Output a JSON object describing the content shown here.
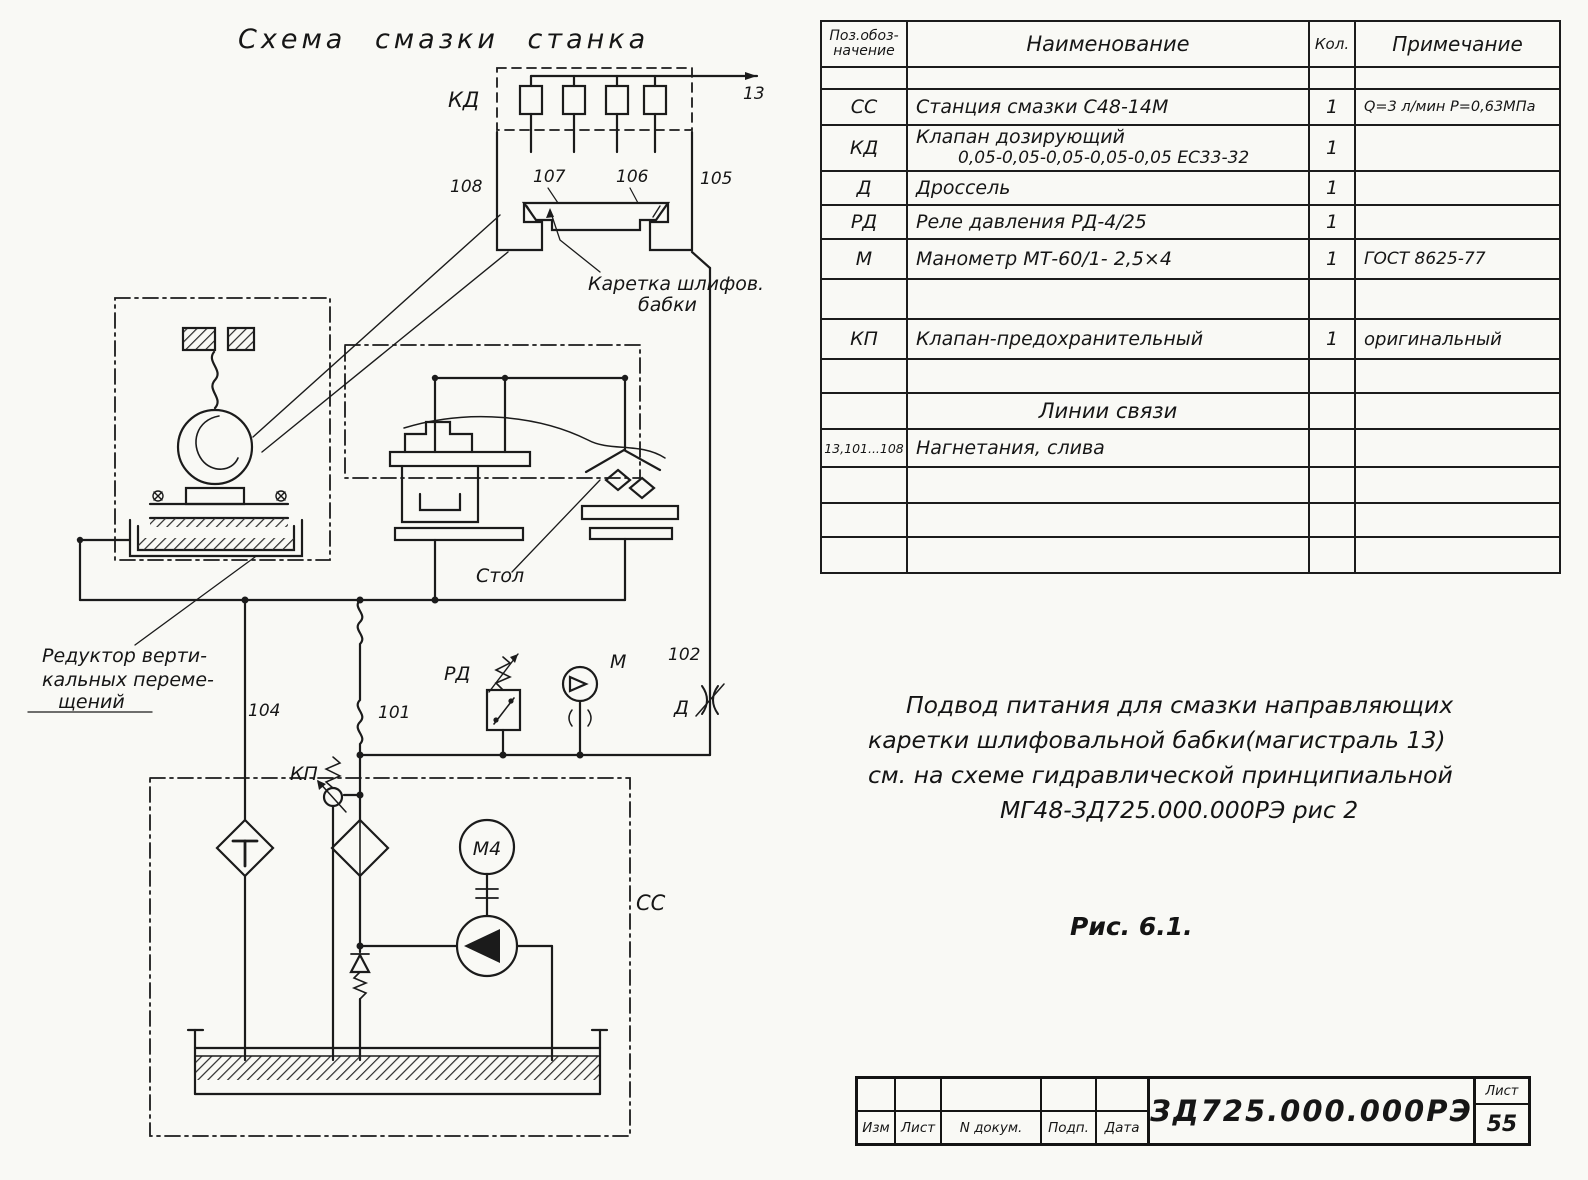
{
  "page": {
    "title": "Схема смазки станка",
    "figure_caption": "Рис. 6.1."
  },
  "diagram_labels": {
    "kd": "КД",
    "pipe_13": "13",
    "pipe_108": "108",
    "pipe_107": "107",
    "pipe_106": "106",
    "pipe_105": "105",
    "carriage_label_line1": "Каретка шлифов.",
    "carriage_label_line2": "бабки",
    "table_label": "Стол",
    "reducer_label_line1": "Редуктор верти-",
    "reducer_label_line2": "кальных переме-",
    "reducer_label_line3": "щений",
    "pipe_104": "104",
    "pipe_101": "101",
    "rd": "РД",
    "m": "М",
    "pipe_102": "102",
    "d": "Д",
    "kp": "КП",
    "m4": "М4",
    "cc": "СС"
  },
  "table": {
    "headers": {
      "pos_line1": "Поз.обоз-",
      "pos_line2": "начение",
      "name": "Наименование",
      "qty": "Кол.",
      "note": "Примечание"
    },
    "rows": {
      "cc": {
        "pos": "СС",
        "name": "Станция смазки С48-14М",
        "qty": "1",
        "note": "Q=3 л/мин Р=0,63МПа"
      },
      "kd": {
        "pos": "КД",
        "name": "Клапан дозирующий",
        "name2": "0,05-0,05-0,05-0,05-0,05 ЕС33-32",
        "qty": "1"
      },
      "d": {
        "pos": "Д",
        "name": "Дроссель",
        "qty": "1"
      },
      "rd": {
        "pos": "РД",
        "name": "Реле давления РД-4/25",
        "qty": "1"
      },
      "m": {
        "pos": "М",
        "name": "Манометр МТ-60/1- 2,5×4",
        "qty": "1",
        "note": "ГОСТ 8625-77"
      },
      "kp": {
        "pos": "КП",
        "name": "Клапан-предохранительный",
        "qty": "1",
        "note": "оригинальный"
      },
      "section_header": {
        "name": "Линии связи"
      },
      "lines_row": {
        "pos": "13,101...108",
        "name": "Нагнетания, слива"
      }
    }
  },
  "note": {
    "line1": "Подвод питания для смазки направляющих",
    "line2": "каретки шлифовальной бабки(магистраль 13)",
    "line3": "см. на схеме гидравлической принципиальной",
    "line4": "МГ48-ЗД725.000.000РЭ рис 2"
  },
  "title_block": {
    "doc_number": "ЗД725.000.000РЭ",
    "col_izm": "Изм",
    "col_list": "Лист",
    "col_dokum": "N докум.",
    "col_podp": "Подп.",
    "col_data": "Дата",
    "sheet_label": "Лист",
    "sheet_number": "55"
  }
}
